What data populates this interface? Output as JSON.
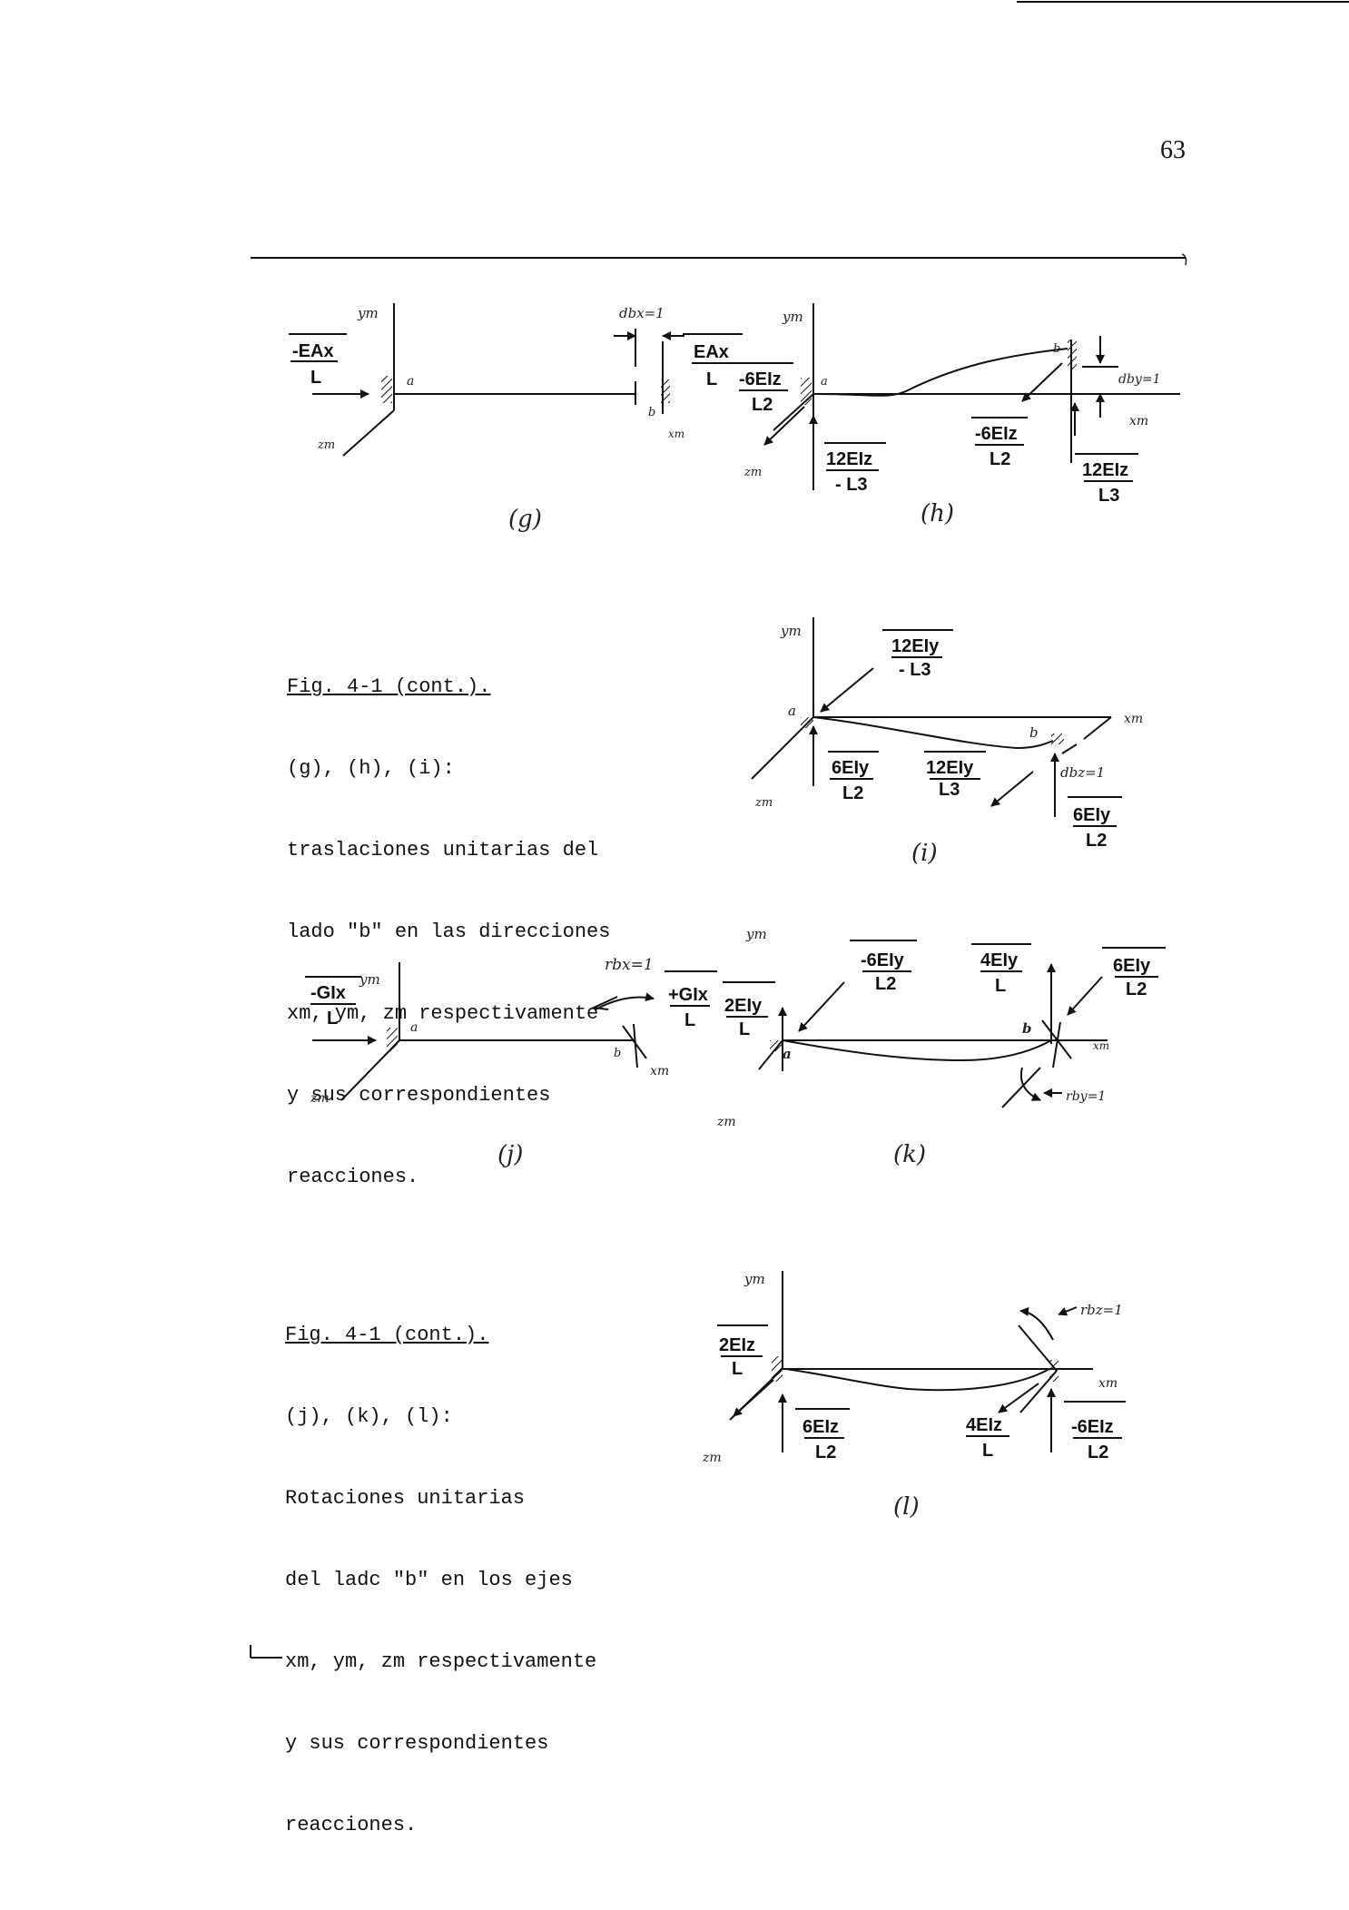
{
  "page_number": "63",
  "captions": [
    {
      "title": "Fig. 4-1 (cont.).",
      "lines": [
        "(g), (h), (i):",
        "traslaciones unitarias del",
        "lado \"b\" en las direcciones",
        "xm, ym, zm respectivamente",
        "y sus correspondientes",
        "reacciones."
      ]
    },
    {
      "title": "Fig. 4-1 (cont.).",
      "lines": [
        "(j), (k), (l):",
        "Rotaciones unitarias",
        "del ladc \"b\" en los ejes",
        "xm, ym, zm respectivamente",
        "y sus correspondientes",
        "reacciones."
      ]
    }
  ],
  "figures": {
    "g": {
      "label": "(g)",
      "terms": {
        "a_reaction": {
          "num": "-EAx",
          "den": "L"
        },
        "b_reaction": {
          "num": "EAx",
          "den": "L"
        }
      },
      "text": {
        "disp": "dbx=1",
        "a": "a",
        "b": "b",
        "y": "ym",
        "z": "zm",
        "x": "xm"
      }
    },
    "h": {
      "label": "(h)",
      "terms": {
        "moment_a": {
          "num": "-6EIz",
          "den": "L2"
        },
        "shear_a": {
          "num": "12EIz",
          "den": "- L3"
        },
        "moment_b": {
          "num": "-6EIz",
          "den": "L2"
        },
        "shear_b": {
          "num": "12EIz",
          "den": "L3"
        }
      },
      "text": {
        "disp": "dby=1",
        "a": "a",
        "b": "b",
        "y": "ym",
        "z": "zm",
        "x": "xm"
      }
    },
    "i": {
      "label": "(i)",
      "terms": {
        "moment_a": {
          "num": "12EIy",
          "den": "- L3"
        },
        "shear_a": {
          "num": "6EIy",
          "den": "L2"
        },
        "moment_b": {
          "num": "12EIy",
          "den": "L3"
        },
        "shear_b": {
          "num": "6EIy",
          "den": "L2"
        }
      },
      "text": {
        "disp": "dbz=1",
        "a": "a",
        "b": "b",
        "y": "ym",
        "z": "zm",
        "x": "xm"
      }
    },
    "j": {
      "label": "(j)",
      "terms": {
        "torque_a": {
          "num": "-GIx",
          "den": "L"
        },
        "torque_b": {
          "num": "+GIx",
          "den": "L"
        }
      },
      "text": {
        "rot": "rbx=1",
        "a": "a",
        "b": "b",
        "y": "ym",
        "z": "zm",
        "x": "xm"
      }
    },
    "k": {
      "label": "(k)",
      "terms": {
        "moment_a": {
          "num": "2EIy",
          "den": "L"
        },
        "shear_a": {
          "num": "-6EIy",
          "den": "L2"
        },
        "moment_b": {
          "num": "4EIy",
          "den": "L"
        },
        "shear_b": {
          "num": "6EIy",
          "den": "L2"
        }
      },
      "text": {
        "rot": "rby=1",
        "a": "a",
        "b": "b",
        "y": "ym",
        "z": "zm",
        "x": "xm"
      }
    },
    "l": {
      "label": "(l)",
      "terms": {
        "moment_a": {
          "num": "2EIz",
          "den": "L"
        },
        "shear_a": {
          "num": "6EIz",
          "den": "L2"
        },
        "moment_b": {
          "num": "4EIz",
          "den": "L"
        },
        "shear_b": {
          "num": "-6EIz",
          "den": "L2"
        }
      },
      "text": {
        "rot": "rbz=1",
        "y": "ym",
        "z": "zm",
        "x": "xm"
      }
    }
  }
}
